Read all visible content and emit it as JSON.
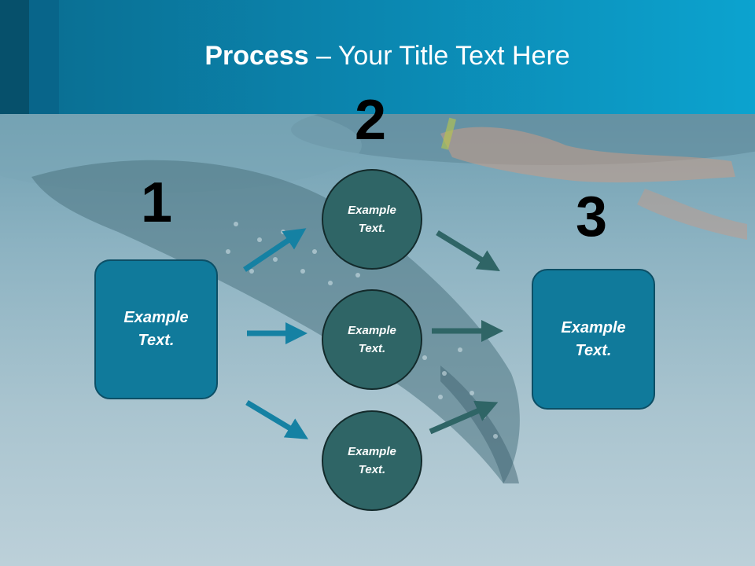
{
  "title": {
    "bold": "Process",
    "rest": " – Your Title Text Here"
  },
  "steps": [
    {
      "number": "1"
    },
    {
      "number": "2"
    },
    {
      "number": "3"
    }
  ],
  "left_box": {
    "line1": "Example",
    "line2": "Text."
  },
  "right_box": {
    "line1": "Example",
    "line2": "Text."
  },
  "circles": [
    {
      "line1": "Example",
      "line2": "Text."
    },
    {
      "line1": "Example",
      "line2": "Text."
    },
    {
      "line1": "Example",
      "line2": "Text."
    }
  ],
  "colors": {
    "box_fill": "#107a9b",
    "circle_fill": "#2f6566",
    "arrow_blue": "#1581a3",
    "arrow_teal": "#2f6566"
  }
}
